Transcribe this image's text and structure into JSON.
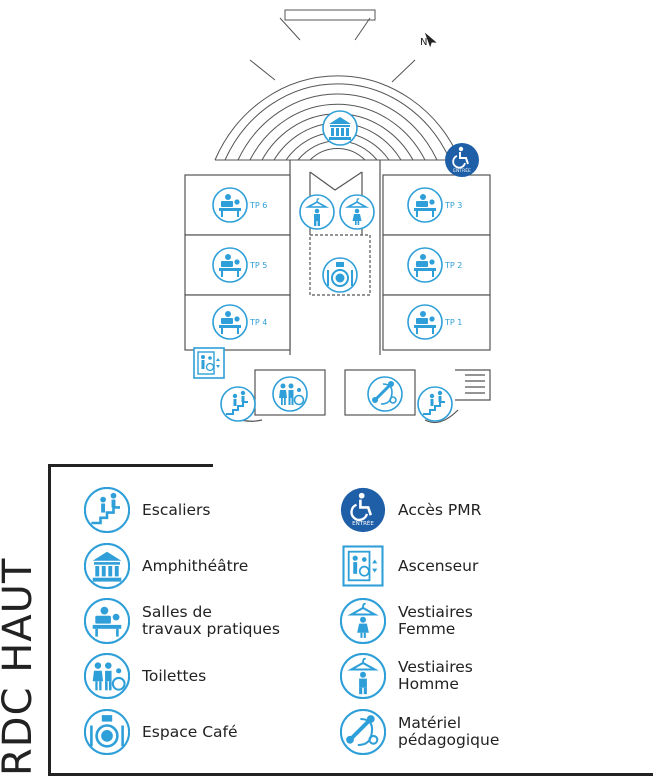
{
  "title": "RDC HAUT",
  "colors": {
    "accent": "#2e9fd8",
    "dark_blue": "#1e5fa8",
    "line": "#555555"
  },
  "compass": "N",
  "rooms": {
    "tp1": "TP 1",
    "tp2": "TP 2",
    "tp3": "TP 3",
    "tp4": "TP 4",
    "tp5": "TP 5",
    "tp6": "TP 6"
  },
  "entry_badge": "ENTRÉE",
  "legend": {
    "escaliers": "Escaliers",
    "amphitheatre": "Amphithéâtre",
    "salles_tp": "Salles de\ntravaux pratiques",
    "toilettes": "Toilettes",
    "espace_cafe": "Espace Café",
    "acces_pmr": "Accès PMR",
    "ascenseur": "Ascenseur",
    "vestiaires_femme": "Vestiaires\nFemme",
    "vestiaires_homme": "Vestiaires\nHomme",
    "materiel": "Matériel\npédagogique"
  }
}
